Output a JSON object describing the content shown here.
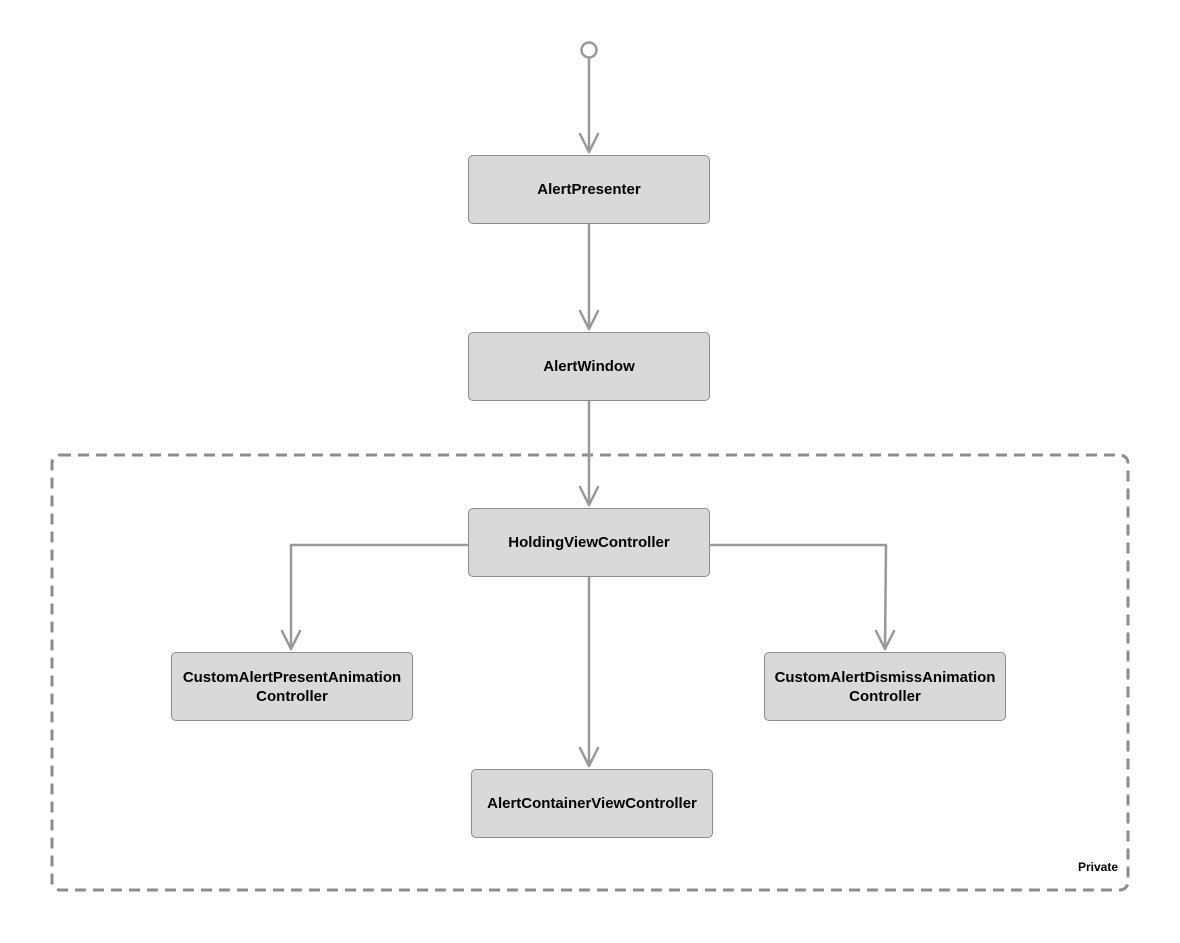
{
  "diagram": {
    "nodes": {
      "presenter": {
        "label": "AlertPresenter"
      },
      "window": {
        "label": "AlertWindow"
      },
      "holding": {
        "label": "HoldingViewController"
      },
      "present_anim": {
        "line1": "CustomAlertPresentAnimation",
        "line2": "Controller"
      },
      "dismiss_anim": {
        "line1": "CustomAlertDismissAnimation",
        "line2": "Controller"
      },
      "container": {
        "label": "AlertContainerViewController"
      }
    },
    "group": {
      "label": "Private"
    },
    "edges": [
      {
        "from": "start",
        "to": "presenter"
      },
      {
        "from": "presenter",
        "to": "window"
      },
      {
        "from": "window",
        "to": "holding"
      },
      {
        "from": "holding",
        "to": "present_anim"
      },
      {
        "from": "holding",
        "to": "dismiss_anim"
      },
      {
        "from": "holding",
        "to": "container"
      }
    ],
    "colors": {
      "node_fill": "#d9d9d9",
      "node_border": "#8c8c8c",
      "edge": "#999999",
      "group_border": "#8c8c8c"
    }
  }
}
